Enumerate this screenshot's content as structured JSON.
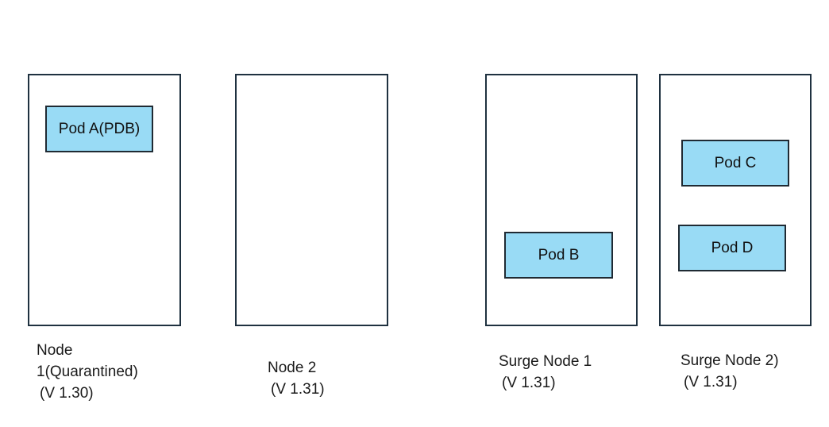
{
  "nodes": [
    {
      "label_line1": "Node",
      "label_line2": "1(Quarantined)",
      "version": "(V 1.30)"
    },
    {
      "label_line1": "Node 2",
      "version": "(V 1.31)"
    },
    {
      "label_line1": "Surge Node 1",
      "version": "(V 1.31)"
    },
    {
      "label_line1": "Surge Node 2)",
      "version": "(V 1.31)"
    }
  ],
  "pods": {
    "a": "Pod A(PDB)",
    "b": "Pod B",
    "c": "Pod C",
    "d": "Pod D"
  },
  "colors": {
    "pod_fill": "#99dbf5",
    "node_border": "#1f3140"
  }
}
